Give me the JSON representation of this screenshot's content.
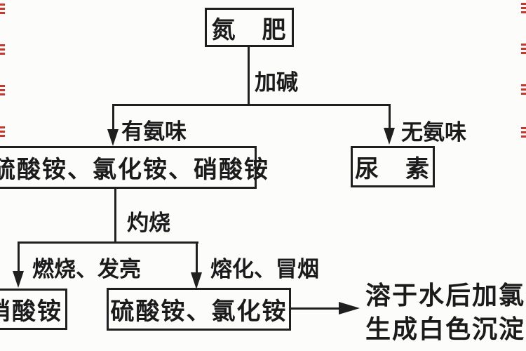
{
  "diagram": {
    "title_box": "氮　肥",
    "edge_labels": {
      "add_alkali": "加碱",
      "has_ammonia": "有氨味",
      "no_ammonia": "无氨味",
      "calcine": "灼烧",
      "burn_glow": "燃烧、发亮",
      "melt_smoke": "熔化、冒烟"
    },
    "boxes": {
      "ammonium_salts": "硫酸铵、氯化铵、硝酸铵",
      "urea": "尿　素",
      "ammonium_nitrate": "硝酸铵",
      "sulfate_chloride": "硫酸铵、氯化铵"
    },
    "result_lines": {
      "line1": "溶于水后加氯化",
      "line2": "生成白色沉淀的"
    },
    "colors": {
      "line": "#1f1f1f",
      "background": "#fcfcfa",
      "watermark_red": "#c8382c"
    }
  }
}
